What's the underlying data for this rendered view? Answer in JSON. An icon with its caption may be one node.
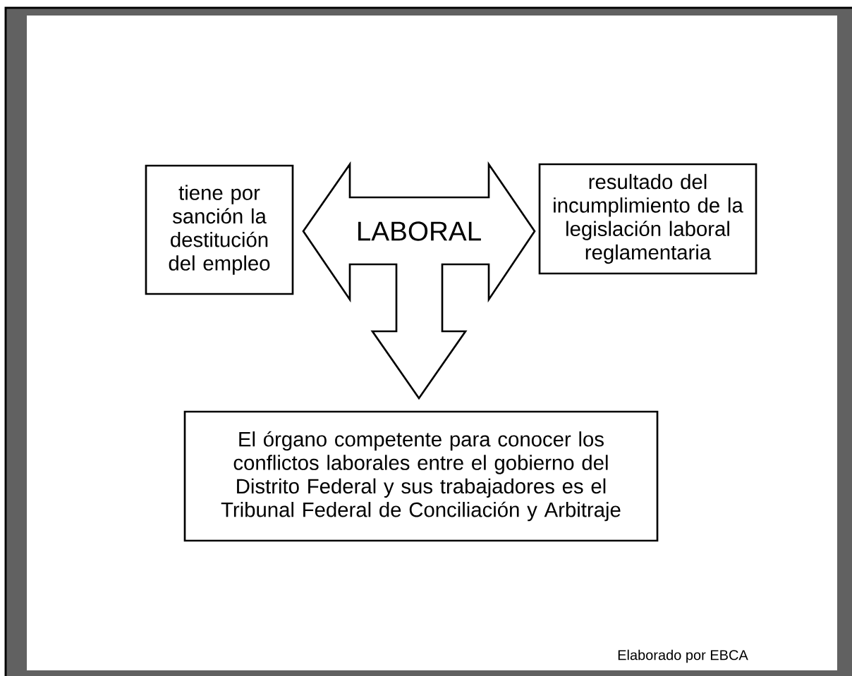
{
  "diagram": {
    "nodes": [
      {
        "text": [
          "tiene por sanción la destitución del empleo"
        ]
      },
      {
        "text": [
          "LABORAL"
        ]
      },
      {
        "text": [
          "resultado del incumplimiento de la legislación laboral reglamentaria"
        ]
      },
      {
        "text": [
          "El órgano competente para conocer los conflictos laborales entre el gobierno del Distrito Federal y sus trabajadores es el Tribunal Federal de Conciliación y Arbitraje"
        ]
      }
    ],
    "edges": [
      {
        "from": 0,
        "to": 2,
        "arrow": "both"
      },
      {
        "from": 1,
        "to": 3,
        "arrow": "to"
      }
    ],
    "labels": [
      "Elaborado por EBCA"
    ]
  }
}
